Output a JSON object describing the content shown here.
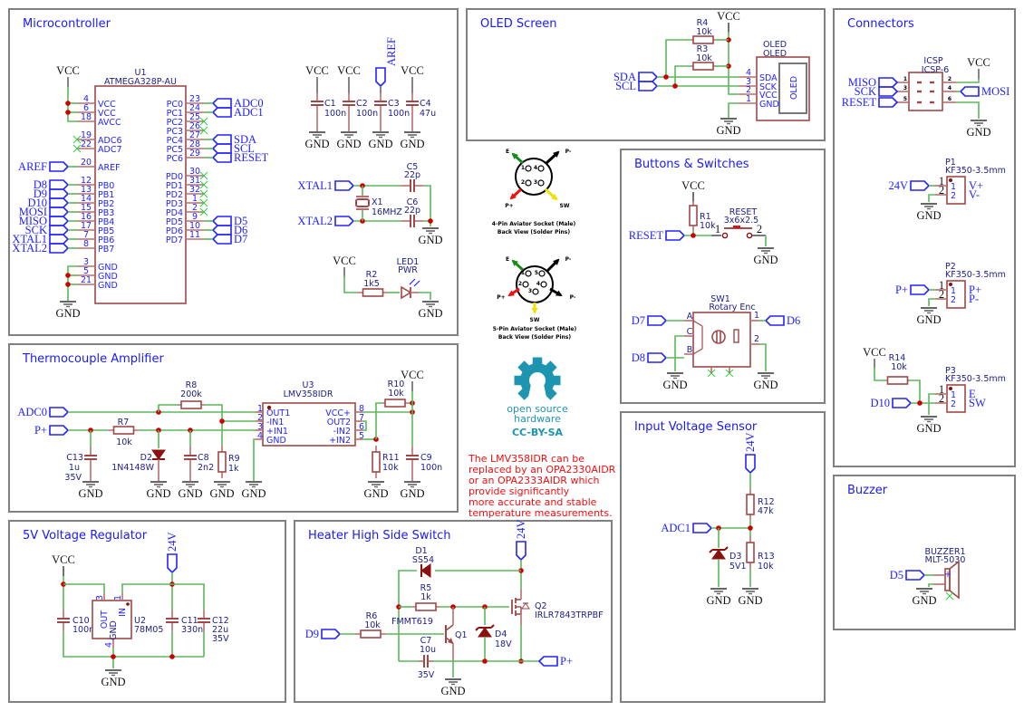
{
  "sections": {
    "micro": "Microcontroller",
    "oled": "OLED Screen",
    "connectors": "Connectors",
    "thermo": "Thermocouple Amplifier",
    "buttons": "Buttons & Switches",
    "vreg": "5V Voltage Regulator",
    "heater": "Heater High Side Switch",
    "vsense": "Input Voltage Sensor",
    "buzzer": "Buzzer"
  },
  "nets": {
    "VCC": "VCC",
    "GND": "GND",
    "AREF": "AREF",
    "ADC0": "ADC0",
    "ADC1": "ADC1",
    "SDA": "SDA",
    "SCL": "SCL",
    "RESET": "RESET",
    "D5": "D5",
    "D6": "D6",
    "D7": "D7",
    "D8": "D8",
    "D9": "D9",
    "D10": "D10",
    "MOSI": "MOSI",
    "MISO": "MISO",
    "SCK": "SCK",
    "XTAL1": "XTAL1",
    "XTAL2": "XTAL2",
    "P+": "P+",
    "24V": "24V"
  },
  "u1": {
    "ref": "U1",
    "value": "ATMEGA328P-AU",
    "left_pins": [
      {
        "num": "4",
        "name": "VCC"
      },
      {
        "num": "6",
        "name": "VCC"
      },
      {
        "num": "18",
        "name": "AVCC"
      },
      {
        "num": "19",
        "name": "ADC6"
      },
      {
        "num": "22",
        "name": "ADC7"
      },
      {
        "num": "20",
        "name": "AREF"
      },
      {
        "num": "12",
        "name": "PB0"
      },
      {
        "num": "13",
        "name": "PB1"
      },
      {
        "num": "14",
        "name": "PB2"
      },
      {
        "num": "15",
        "name": "PB3"
      },
      {
        "num": "16",
        "name": "PB4"
      },
      {
        "num": "17",
        "name": "PB5"
      },
      {
        "num": "7",
        "name": "PB6"
      },
      {
        "num": "8",
        "name": "PB7"
      },
      {
        "num": "3",
        "name": "GND"
      },
      {
        "num": "5",
        "name": "GND"
      },
      {
        "num": "21",
        "name": "GND"
      }
    ],
    "right_pins": [
      {
        "num": "23",
        "name": "PC0"
      },
      {
        "num": "24",
        "name": "PC1"
      },
      {
        "num": "25",
        "name": "PC2"
      },
      {
        "num": "26",
        "name": "PC3"
      },
      {
        "num": "27",
        "name": "PC4"
      },
      {
        "num": "28",
        "name": "PC5"
      },
      {
        "num": "29",
        "name": "PC6"
      },
      {
        "num": "30",
        "name": "PD0"
      },
      {
        "num": "31",
        "name": "PD1"
      },
      {
        "num": "32",
        "name": "PD2"
      },
      {
        "num": "1",
        "name": "PD3"
      },
      {
        "num": "2",
        "name": "PD4"
      },
      {
        "num": "9",
        "name": "PD5"
      },
      {
        "num": "10",
        "name": "PD6"
      },
      {
        "num": "11",
        "name": "PD7"
      }
    ]
  },
  "u3": {
    "ref": "U3",
    "value": "LMV358IDR",
    "left_pins": [
      {
        "num": "1",
        "name": "OUT1"
      },
      {
        "num": "2",
        "name": "-IN1"
      },
      {
        "num": "3",
        "name": "+IN1"
      },
      {
        "num": "4",
        "name": "GND"
      }
    ],
    "right_pins": [
      {
        "num": "8",
        "name": "VCC+"
      },
      {
        "num": "7",
        "name": "OUT2"
      },
      {
        "num": "6",
        "name": "-IN2"
      },
      {
        "num": "5",
        "name": "+IN2"
      }
    ]
  },
  "u2": {
    "ref": "U2",
    "value": "78M05",
    "pins": {
      "out": "OUT",
      "in": "IN",
      "gnd": "GND",
      "out_num": "3",
      "in_num": "1",
      "gnd_num": "4"
    }
  },
  "components": {
    "C1": {
      "ref": "C1",
      "value": "100n"
    },
    "C2": {
      "ref": "C2",
      "value": "100n"
    },
    "C3": {
      "ref": "C3",
      "value": "100n"
    },
    "C4": {
      "ref": "C4",
      "value": "47u"
    },
    "C5": {
      "ref": "C5",
      "value": "22p"
    },
    "C6": {
      "ref": "C6",
      "value": "22p"
    },
    "X1": {
      "ref": "X1",
      "value": "16MHZ"
    },
    "R2": {
      "ref": "R2",
      "value": "1k5"
    },
    "LED1": {
      "ref": "LED1",
      "value": "PWR"
    },
    "R8": {
      "ref": "R8",
      "value": "200k"
    },
    "R7": {
      "ref": "R7",
      "value": "10k"
    },
    "C13": {
      "ref": "C13",
      "value": "1u",
      "voltage": "35V"
    },
    "D2": {
      "ref": "D2",
      "value": "1N4148W"
    },
    "C8": {
      "ref": "C8",
      "value": "2n2"
    },
    "R9": {
      "ref": "R9",
      "value": "1k"
    },
    "R10": {
      "ref": "R10",
      "value": "10k"
    },
    "R11": {
      "ref": "R11",
      "value": "10k"
    },
    "C9": {
      "ref": "C9",
      "value": "100n"
    },
    "C10": {
      "ref": "C10",
      "value": "100n"
    },
    "C11": {
      "ref": "C11",
      "value": "330n"
    },
    "C12": {
      "ref": "C12",
      "value": "22u",
      "voltage": "35V"
    },
    "D1": {
      "ref": "D1",
      "value": "SS54"
    },
    "R5": {
      "ref": "R5",
      "value": "1k"
    },
    "R6": {
      "ref": "R6",
      "value": "10k"
    },
    "Q1": {
      "ref": "Q1",
      "value": "FMMT619"
    },
    "Q2": {
      "ref": "Q2",
      "value": "IRLR7843TRPBF"
    },
    "D4": {
      "ref": "D4",
      "value": "18V"
    },
    "C7": {
      "ref": "C7",
      "value": "10u",
      "voltage": "35V"
    },
    "R4": {
      "ref": "R4",
      "value": "10k"
    },
    "R3": {
      "ref": "R3",
      "value": "10k"
    },
    "OLED": {
      "ref": "OLED",
      "value": "OLED",
      "body": "OLED",
      "pins": [
        {
          "num": "4",
          "name": "SDA"
        },
        {
          "num": "3",
          "name": "SCK"
        },
        {
          "num": "2",
          "name": "VCC"
        },
        {
          "num": "1",
          "name": "GND"
        }
      ]
    },
    "R1": {
      "ref": "R1",
      "value": "10k"
    },
    "RESET_SW": {
      "ref": "RESET",
      "value": "3x6x2.5",
      "pin1": "1",
      "pin2": "2"
    },
    "SW1": {
      "ref": "SW1",
      "value": "Rotary Enc",
      "pinA": "A",
      "pinB": "B",
      "pinC": "C",
      "pin1": "1",
      "pin2": "2"
    },
    "R12": {
      "ref": "R12",
      "value": "47k"
    },
    "D3": {
      "ref": "D3",
      "value": "5V1"
    },
    "R13": {
      "ref": "R13",
      "value": "10k"
    },
    "ICSP": {
      "ref": "ICSP",
      "value": "ICSP-6",
      "pins": [
        "1",
        "2",
        "3",
        "4",
        "5",
        "6"
      ]
    },
    "P1": {
      "ref": "P1",
      "value": "KF350-3.5mm",
      "pin_names": [
        "V+",
        "V-"
      ]
    },
    "P2": {
      "ref": "P2",
      "value": "KF350-3.5mm",
      "pin_names": [
        "P+",
        "P-"
      ]
    },
    "P3": {
      "ref": "P3",
      "value": "KF350-3.5mm",
      "pin_names": [
        "E",
        "SW"
      ]
    },
    "R14": {
      "ref": "R14",
      "value": "10k"
    },
    "BUZZER1": {
      "ref": "BUZZER1",
      "value": "MLT-5030",
      "pin_plus": "+"
    }
  },
  "connector_pin_nums": [
    "1",
    "2"
  ],
  "aviator": {
    "four": {
      "E": "E",
      "Pminus": "P-",
      "Pplus": "P+",
      "SW": "SW",
      "pins": [
        "1",
        "4",
        "2",
        "3"
      ],
      "caption1": "4-Pin Aviator Socket (Male)",
      "caption2": "Back View (Solder Pins)"
    },
    "five": {
      "E": "E",
      "Pminus": "P-",
      "Pplus": "P+",
      "Pminus2": "P-",
      "SW": "SW",
      "pins": [
        "1",
        "5",
        "2",
        "3",
        "4"
      ],
      "caption1": "5-Pin Aviator Socket (Male)",
      "caption2": "Back View (Solder Pins)"
    }
  },
  "oshw": {
    "line1": "open source",
    "line2": "hardware",
    "license": "CC-BY-SA"
  },
  "note": [
    "The LMV358IDR can be",
    "replaced by an OPA2330AIDR",
    "or an OPA2333AIDR which",
    "provide significantly",
    "more accurate and stable",
    "temperature measurements."
  ],
  "colors": {
    "wire": "#5cb85c",
    "component": "#a04848",
    "pin": "#b86e6e",
    "junction": "#cc0000",
    "label": "#2323ff",
    "frame": "#808080",
    "note": "#ee1111",
    "oshw": "#1d94b0"
  }
}
